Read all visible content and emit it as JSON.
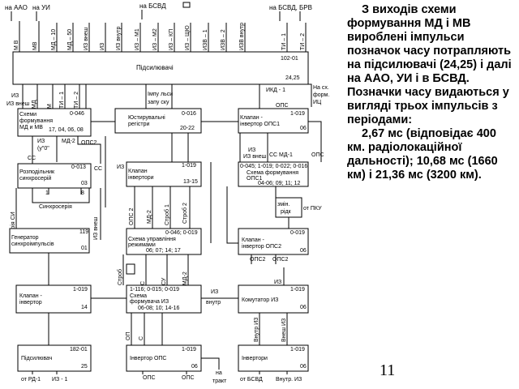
{
  "diagram": {
    "top_labels": {
      "to_aao": "на ААО",
      "to_ui": "на УИ",
      "to_bsvd": "на БСВД",
      "to_bsvd_brv": "на БСВД, БРВ"
    },
    "amp_outputs": [
      "М В",
      "МВ",
      "МД – 10",
      "МД – 50",
      "ИЗ внеш",
      "ИЗ",
      "ИЗ внутр",
      "ИЗ – М1",
      "ИЗ – М2",
      "ИЗ – КП",
      "ИЗ – ЩЮ",
      "ИЗВ – 1",
      "ИЗВ – 2",
      "ИЗВ внутр",
      "ТИ – 1",
      "ТИ – 2"
    ],
    "amp": {
      "title": "Підсилювачі",
      "code": "102-01",
      "pins": "24,25"
    },
    "amp_inputs": [
      "ИЗ внеш",
      "МД",
      "М",
      "ТИ – 1",
      "ТИ – 2"
    ],
    "pulse_label": "Імпу льси запу ску",
    "ikd": "ИКД - 1",
    "ops_top": "ОПС",
    "to_form": "На сх. форм. ИЦ",
    "blocks": {
      "md_former": {
        "title": "Схеми формування МД и МВ",
        "code": "0-046",
        "pins": "17, 04, 06, 08"
      },
      "adj_reg": {
        "title": "Юстирувальні регістри",
        "code": "0-016",
        "pins": "20-22"
      },
      "clamp_ops1": {
        "title": "Клапан - інвертор ОПС1",
        "code": "1-019",
        "pins": "06"
      },
      "distributor": {
        "title": "Розподільник синхросерій",
        "code": "0-013",
        "pins": "03"
      },
      "clamp_inv": {
        "title": "Клапан інвертори",
        "code": "1-019",
        "pins": "13-15"
      },
      "former_ops1": {
        "title": "Схема формування ОПС1",
        "code": "0-045; 1-019; 0-022; 0-016",
        "pins": "04-06; 09; 11; 12"
      },
      "generator": {
        "title": "Генератор синхроімпульсів",
        "code": "119",
        "pins": "01"
      },
      "modes": {
        "title": "Схема управління режимами",
        "code": "0-046; 0-019",
        "pins": "06; 07; 14; 17"
      },
      "clamp_ops2": {
        "title": "Клапан - інвертор ОПС2",
        "code": "0-019",
        "pins": "06"
      },
      "clamp_inv2": {
        "title": "Клапан - інвертор",
        "code": "1-019",
        "pins": "14"
      },
      "former_iz": {
        "title": "Схема формувача ИЗ",
        "code": "1-116; 0-015; 0-019",
        "pins": "06-08; 10; 14-16"
      },
      "commutator": {
        "title": "Комутатор ИЗ",
        "code": "1-019",
        "pins": "06"
      },
      "amplifier": {
        "title": "Підсилювач",
        "code": "182-01",
        "pins": "25"
      },
      "inv_ops": {
        "title": "Інвертор ОПС",
        "code": "1-019",
        "pins": "06"
      },
      "inverters": {
        "title": "Інвертори",
        "code": "1-019",
        "pins": "06"
      }
    },
    "signals": {
      "iz_u0": "ИЗ (у\"0\"",
      "md2": "МД-2",
      "ops2": "ОПС2",
      "cc": "СС",
      "iz_vnesh": "ИЗ внеш",
      "cc_md1": "СС МД-1",
      "ops": "ОПС",
      "sync_series": "Синхросерія",
      "series_si": "серія СИ",
      "ops2_a": "ОПС 2",
      "md2_a": "МД-2",
      "strob1": "Строб 1",
      "strob2": "Строб 2",
      "zmin": "змін. рідк",
      "from_pku": "от ПКУ",
      "ops2_b": "ОПС2",
      "ops2_c": "ОПС2",
      "strob": "Строб",
      "s": "С",
      "su": "СУ",
      "md2_b": "МД-2",
      "iz_vnutr": "ИЗ внутр",
      "iz": "ИЗ",
      "vnutr_iz": "Внутр ИЗ",
      "vnesh_iz": "Внеш ИЗ",
      "op": "ОП",
      "s2": "С",
      "ops_b": "ОПС",
      "ops_c": "ОПС",
      "on_trakt": "на тракт",
      "from_rd": "от РД-1",
      "iz_1": "ИЗ - 1",
      "from_bsvd": "от БСВД",
      "vnutr_iz_b": "Внутр. ИЗ",
      "n1": "1",
      "n8": "8"
    }
  },
  "side_text": {
    "p1": "З виходів схеми формування МД і МВ вироблені імпульси позначок часу потрапляють на підсилювачі (24,25) і далі на ААО, УИ і в БСВД. Позначки часу видаються у вигляді трьох імпульсів з періодами:",
    "p2": "2,67 мс (відповідає 400 км. радіолокаційної дальності); 10,68 мс (1660 км) і 21,36 мс (3200 км)."
  },
  "page_number": "11"
}
